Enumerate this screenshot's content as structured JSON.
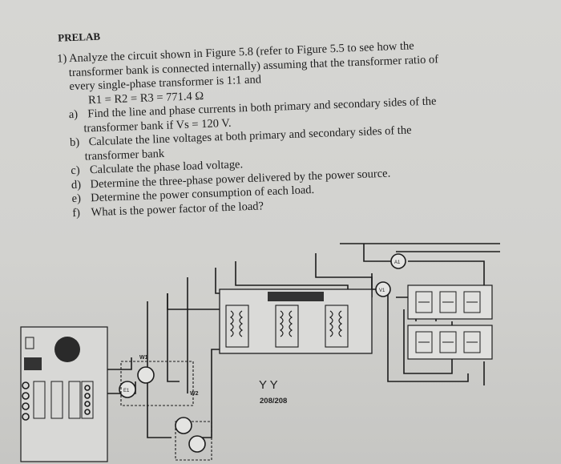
{
  "prelab": {
    "heading": "PRELAB",
    "question1": {
      "line1": "1)  Analyze the circuit shown in Figure 5.8 (refer to Figure 5.5 to see how the",
      "line2": "transformer bank is connected internally) assuming that the transformer ratio of",
      "line3": "every single-phase transformer is 1:1 and",
      "line4": "R1 = R2 = R3 = 771.4 Ω"
    },
    "items": [
      {
        "label": "a)",
        "lines": [
          "Find the line and phase currents in both primary and secondary sides of the",
          "transformer bank if Vs = 120 V."
        ]
      },
      {
        "label": "b)",
        "lines": [
          "Calculate the line voltages at both primary and secondary sides of the",
          "transformer bank"
        ]
      },
      {
        "label": "c)",
        "lines": [
          "Calculate the phase load voltage."
        ]
      },
      {
        "label": "d)",
        "lines": [
          "Determine the three-phase power delivered by the power source."
        ]
      },
      {
        "label": "e)",
        "lines": [
          "Determine the power consumption of each load."
        ]
      },
      {
        "label": "f)",
        "lines": [
          "What is the power factor of the load?"
        ]
      }
    ]
  },
  "figure": {
    "connection": "Y Y",
    "rating": "208/208",
    "w1": "W1",
    "w2": "W2",
    "a1": "A1",
    "v1": "V1",
    "e1": "E1"
  }
}
